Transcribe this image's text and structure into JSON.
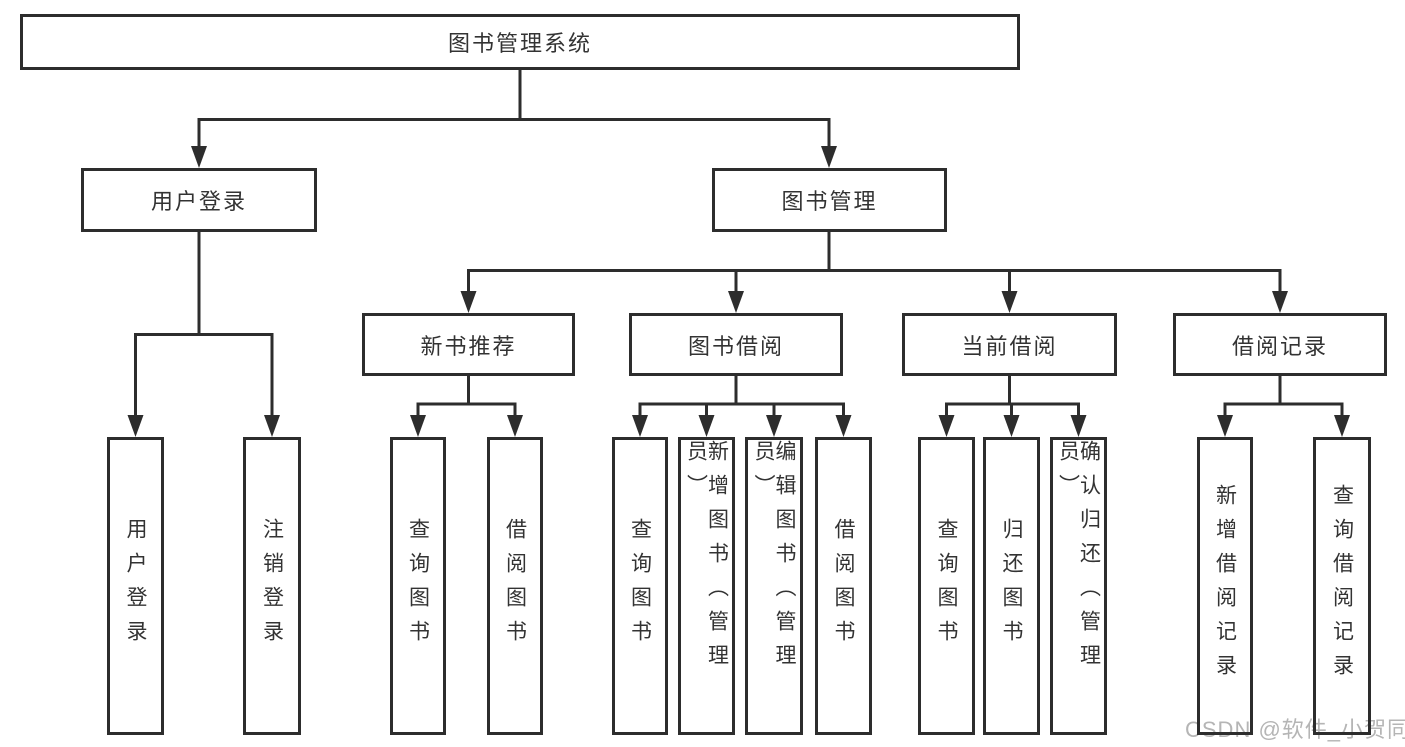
{
  "tree": {
    "root": "图书管理系统",
    "user_login": {
      "label": "用户登录",
      "children": [
        "用户登录",
        "注销登录"
      ]
    },
    "book_mgmt": {
      "label": "图书管理",
      "groups": [
        {
          "label": "新书推荐",
          "children": [
            "查询图书",
            "借阅图书"
          ]
        },
        {
          "label": "图书借阅",
          "children": [
            "查询图书",
            "新增图书（管理员）",
            "编辑图书（管理员）",
            "借阅图书"
          ]
        },
        {
          "label": "当前借阅",
          "children": [
            "查询图书",
            "归还图书",
            "确认归还（管理员）"
          ]
        },
        {
          "label": "借阅记录",
          "children": [
            "新增借阅记录",
            "查询借阅记录"
          ]
        }
      ]
    }
  },
  "watermark": "CSDN @软件_小贺同学",
  "colors": {
    "line": "#2d2d2d",
    "text": "#333333",
    "watermark": "#b5b5b5",
    "background": "#ffffff"
  }
}
